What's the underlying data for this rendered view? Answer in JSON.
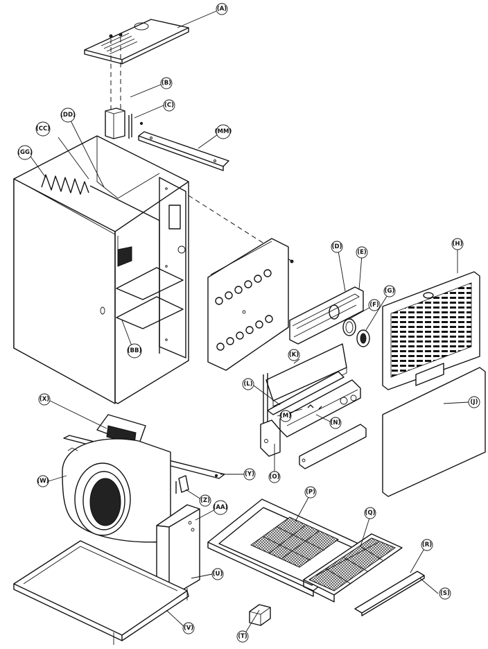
{
  "diagram": {
    "callouts": {
      "A": "(A)",
      "B": "(B)",
      "C": "(C)",
      "D": "(D)",
      "E": "(E)",
      "F": "(F)",
      "G": "(G)",
      "H": "(H)",
      "J": "(J)",
      "K": "(K)",
      "L": "(L)",
      "M": "(M)",
      "N": "(N)",
      "O": "(O)",
      "P": "(P)",
      "Q": "(Q)",
      "R": "(R)",
      "S": "(S)",
      "T": "(T)",
      "U": "(U)",
      "V": "(V)",
      "W": "(W)",
      "X": "(X)",
      "Y": "(Y)",
      "Z": "(Z)",
      "AA": "(AA)",
      "BB": "(BB)",
      "CC": "(CC)",
      "DD": "(DD)",
      "GG": "(GG)",
      "MM": "(MM)"
    }
  }
}
